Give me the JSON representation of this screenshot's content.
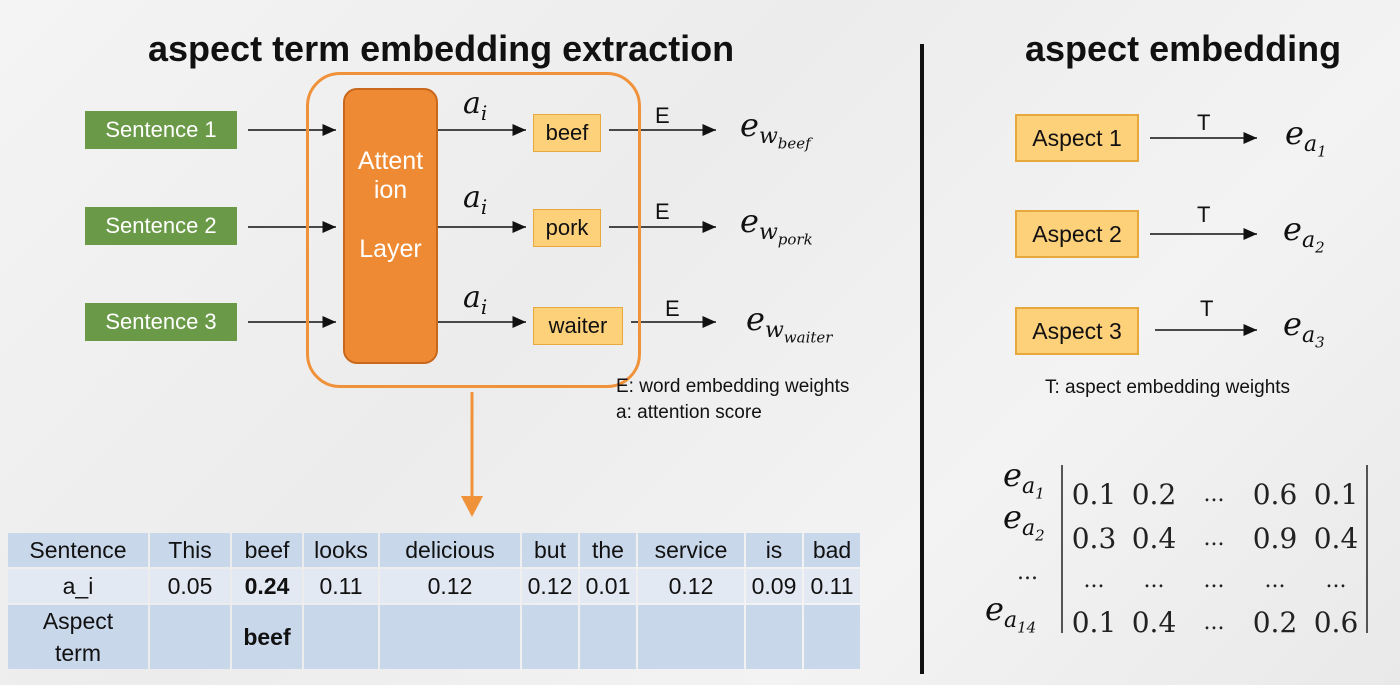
{
  "left_title": "aspect term embedding extraction",
  "right_title": "aspect embedding",
  "sentences": [
    "Sentence 1",
    "Sentence 2",
    "Sentence 3"
  ],
  "attention_layer": {
    "line1": "Attent",
    "line2": "ion",
    "line3": "Layer"
  },
  "attention_symbol": "a",
  "attention_subscript": "i",
  "words": [
    "beef",
    "pork",
    "waiter"
  ],
  "edge_E": "E",
  "embedding_base": "e",
  "embedding_mid": "w",
  "embedding_subs": [
    "beef",
    "pork",
    "waiter"
  ],
  "legend_left": [
    "E: word embedding weights",
    "a: attention score"
  ],
  "aspects": [
    "Aspect 1",
    "Aspect 2",
    "Aspect 3"
  ],
  "edge_T": "T",
  "aspect_emb_base": "e",
  "aspect_emb_mid": "a",
  "aspect_emb_subs": [
    "1",
    "2",
    "3"
  ],
  "legend_right": "T: aspect embedding weights",
  "table": {
    "row1": [
      "Sentence",
      "This",
      "beef",
      "looks",
      "delicious",
      "but",
      "the",
      "service",
      "is",
      "bad"
    ],
    "row2": [
      "a_i",
      "0.05",
      "0.24",
      "0.11",
      "0.12",
      "0.12",
      "0.01",
      "0.12",
      "0.09",
      "0.11"
    ],
    "row3_label_1": "Aspect",
    "row3_label_2": "term",
    "row3_value": "beef"
  },
  "matrix": {
    "row_labels_base": "e",
    "row_labels_mid": "a",
    "row_label_subs": [
      "1",
      "2",
      "",
      "14"
    ],
    "row_label_dots": "...",
    "rows": [
      [
        "0.1",
        "0.2",
        "...",
        "0.6",
        "0.1"
      ],
      [
        "0.3",
        "0.4",
        "...",
        "0.9",
        "0.4"
      ],
      [
        "...",
        "...",
        "...",
        "...",
        "..."
      ],
      [
        "0.1",
        "0.4",
        "...",
        "0.2",
        "0.6"
      ]
    ]
  }
}
